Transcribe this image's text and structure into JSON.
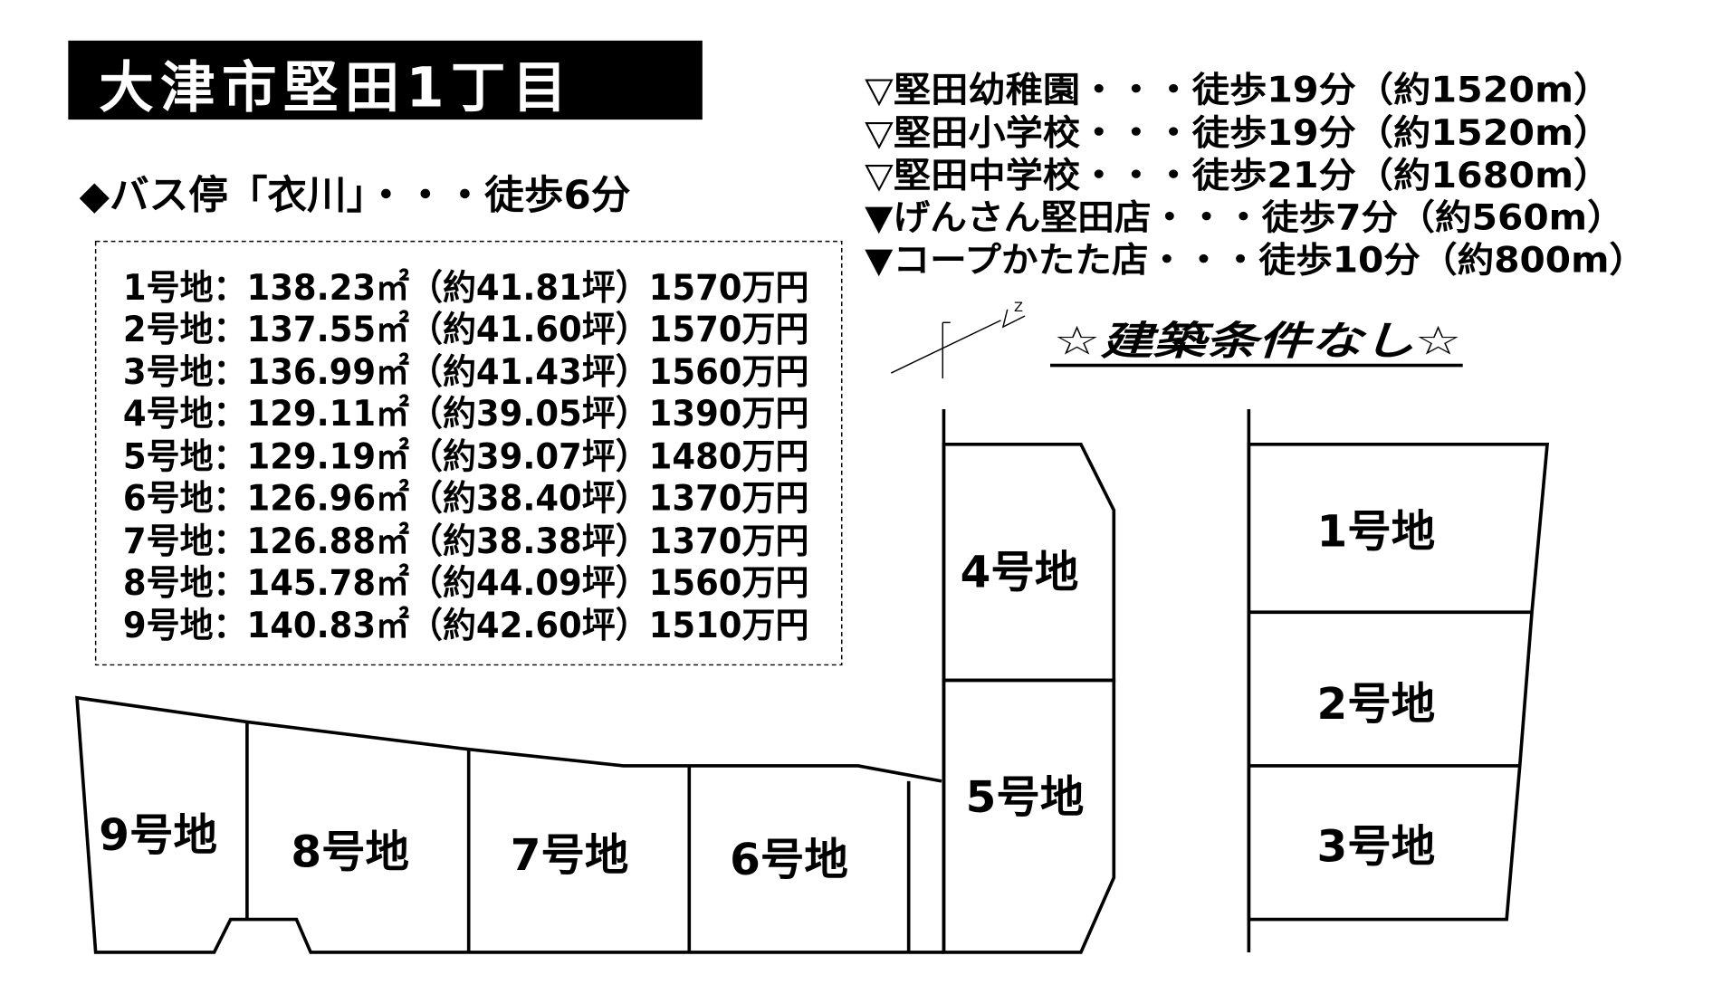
{
  "title": "大津市堅田1丁目",
  "bus_stop": "◆バス停「衣川」・・・徒歩6分",
  "lots_table": [
    "1号地：138.23㎡（約41.81坪）1570万円",
    "2号地：137.55㎡（約41.60坪）1570万円",
    "3号地：136.99㎡（約41.43坪）1560万円",
    "4号地：129.11㎡（約39.05坪）1390万円",
    "5号地：129.19㎡（約39.07坪）1480万円",
    "6号地：126.96㎡（約38.40坪）1370万円",
    "7号地：126.88㎡（約38.38坪）1370万円",
    "8号地：145.78㎡（約44.09坪）1560万円",
    "9号地：140.83㎡（約42.60坪）1510万円"
  ],
  "facilities": [
    "▽堅田幼稚園・・・徒歩19分（約1520m）",
    "▽堅田小学校・・・徒歩19分（約1520m）",
    "▽堅田中学校・・・徒歩21分（約1680m）",
    "▼げんさん堅田店・・・徒歩7分（約560m）",
    "▼コープかたた店・・・徒歩10分（約800m）"
  ],
  "north_label": "Z",
  "condition": "☆建築条件なし☆",
  "plot_labels": {
    "lot1": "1号地",
    "lot2": "2号地",
    "lot3": "3号地",
    "lot4": "4号地",
    "lot5": "5号地",
    "lot6": "6号地",
    "lot7": "7号地",
    "lot8": "8号地",
    "lot9": "9号地"
  }
}
